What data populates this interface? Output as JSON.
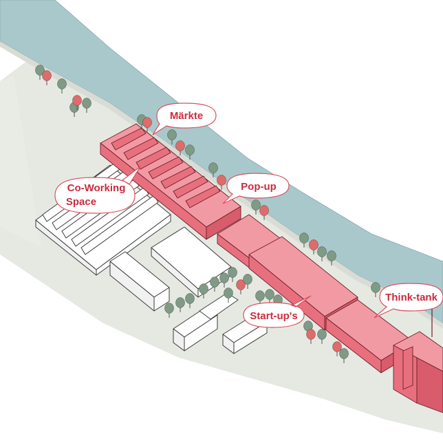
{
  "labels": {
    "markets": "Märkte",
    "coworking_line1": "Co-Working",
    "coworking_line2": "Space",
    "popup": "Pop-up",
    "startups": "Start-up's",
    "thinktank": "Think-tank"
  },
  "colors": {
    "river": "#a9c8cb",
    "ground": "#e6e9e2",
    "highlight_building": "#e8707e",
    "highlight_roof": "#f29aa4",
    "label_text": "#cc2b3d",
    "tree_green": "#7f9b86",
    "tree_red": "#e06b6b"
  }
}
